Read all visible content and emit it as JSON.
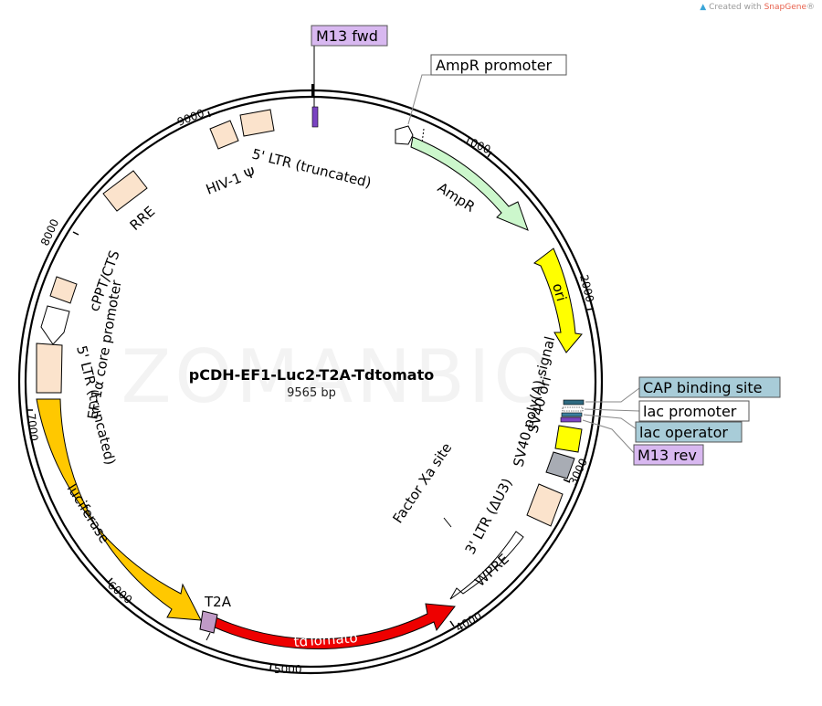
{
  "credit": {
    "prefix": "Created with",
    "brand": "SnapGene",
    "mark": "®"
  },
  "watermark": "ZOMANBIO",
  "plasmid": {
    "name": "pCDH-EF1-Luc2-T2A-Tdtomato",
    "size": "9565 bp"
  },
  "ticks": [
    "1000",
    "2000",
    "3000",
    "4000",
    "5000",
    "6000",
    "7000",
    "8000",
    "9000"
  ],
  "features": {
    "ampr": "AmpR",
    "ori": "ori",
    "luciferase": "luciferase",
    "tdtomato": "tdTomato",
    "t2a": "T2A",
    "wpre": "WPRE",
    "ltr3": "3' LTR (ΔU3)",
    "sv40_polya": "SV40 poly(A) signal",
    "sv40_ori": "SV40 ori",
    "factor_xa": "Factor Xa site",
    "ltr5_left": "5' LTR (truncated)",
    "ef1a": "EF-1α core promoter",
    "cppt": "cPPT/CTS",
    "rre": "RRE",
    "hiv_psi": "HIV-1 Ψ",
    "ltr5_top": "5' LTR (truncated)"
  },
  "callouts": {
    "m13_fwd": "M13 fwd",
    "ampr_promoter": "AmpR promoter",
    "cap_binding": "CAP binding site",
    "lac_promoter": "lac promoter",
    "lac_operator": "lac operator",
    "m13_rev": "M13 rev"
  },
  "colors": {
    "ampr": "#ccf7cc",
    "ori": "#ffff00",
    "luciferase": "#ffc800",
    "tdtomato": "#ee0000",
    "ltr": "#fbe3cc",
    "primer": "#d8b8f0",
    "cap_box": "#a8ccd8",
    "sv40_ori": "#a8acb4",
    "t2a": "#c09ac6"
  }
}
